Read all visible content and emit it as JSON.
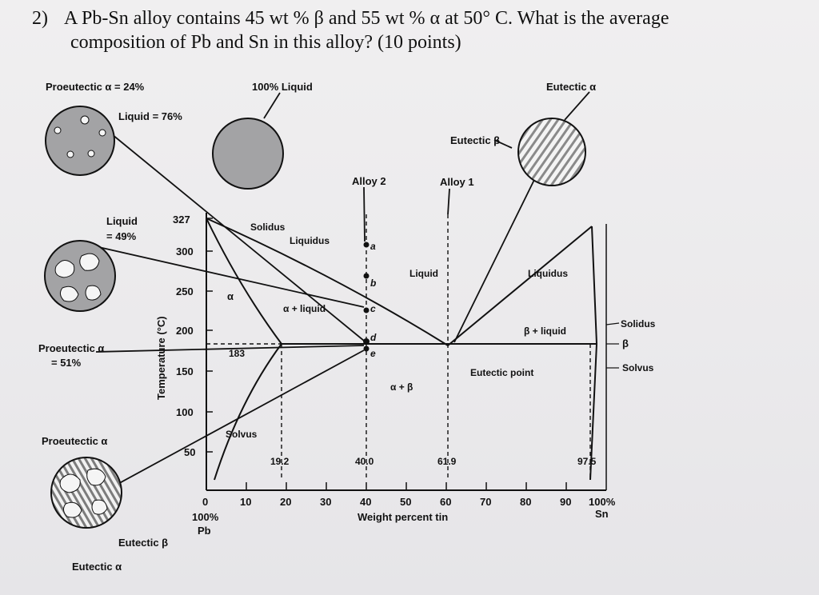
{
  "question": {
    "number": "2)",
    "line1": "A Pb-Sn alloy contains 45 wt % β and 55 wt % α at 50° C. What is the average",
    "line2": "composition of Pb and Sn in this alloy? (10 points)"
  },
  "figure": {
    "microstructure_labels": {
      "proeutectic_24": "Proeutectic α = 24%",
      "liquid_76": "Liquid = 76%",
      "liquid_100": "100% Liquid",
      "eutectic_alpha_top": "Eutectic α",
      "eutectic_beta_top": "Eutectic β",
      "liquid_49_a": "Liquid",
      "liquid_49_b": "= 49%",
      "proeutectic_51_a": "Proeutectic α",
      "proeutectic_51_b": "= 51%",
      "proeutectic_alpha": "Proeutectic α",
      "eutectic_beta_bottom": "Eutectic β",
      "eutectic_alpha_bottom": "Eutectic α"
    },
    "diagram_labels": {
      "alloy2": "Alloy 2",
      "alloy1": "Alloy 1",
      "solidus_left": "Solidus",
      "liquidus_left": "Liquidus",
      "liquid": "Liquid",
      "liquidus_right": "Liquidus",
      "alpha": "α",
      "alpha_liquid": "α + liquid",
      "beta_liquid": "β + liquid",
      "alpha_beta": "α + β",
      "eutectic_point": "Eutectic point",
      "solvus_left": "Solvus",
      "solidus_right": "Solidus",
      "beta": "β",
      "solvus_right": "Solvus",
      "temp_183": "183",
      "comp_192": "19.2",
      "comp_400": "40.0",
      "comp_619": "61.9",
      "comp_975": "97.5",
      "point_a": "a",
      "point_b": "b",
      "point_c": "c",
      "point_d": "d",
      "point_e": "e"
    },
    "y_axis": {
      "label": "Temperature (°C)",
      "ticks": [
        "327",
        "300",
        "250",
        "200",
        "150",
        "100",
        "50"
      ]
    },
    "x_axis": {
      "label": "Weight percent tin",
      "ticks": [
        "0",
        "10",
        "20",
        "30",
        "40",
        "50",
        "60",
        "70",
        "80",
        "90",
        "100%"
      ],
      "left_end_a": "100%",
      "left_end_b": "Pb",
      "right_end": "Sn"
    }
  }
}
